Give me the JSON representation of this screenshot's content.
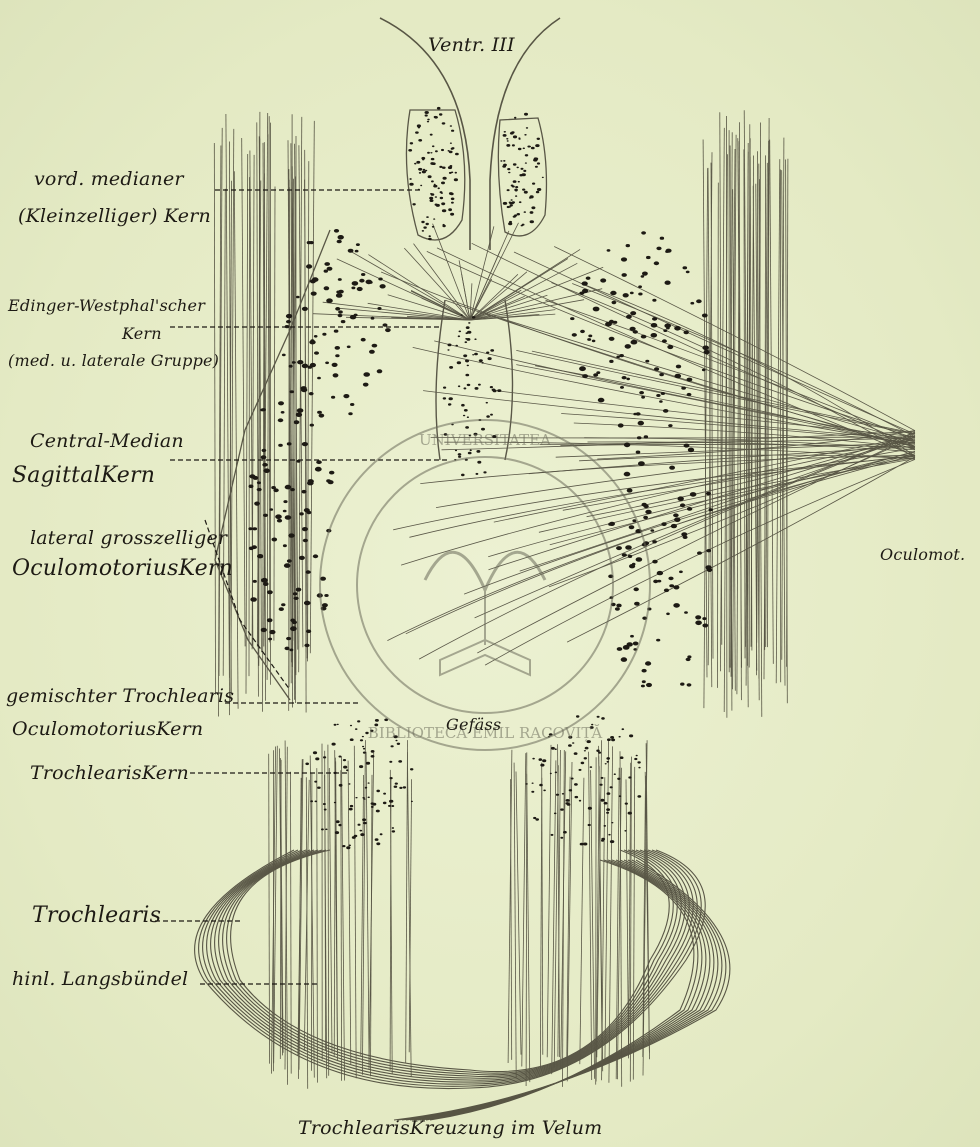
{
  "figure": {
    "labels": {
      "ventr": "Ventr. III",
      "vord_1": "vord. medianer",
      "vord_2": "(Kleinzelliger) Kern",
      "edinger_1": "Edinger-Westphal'scher",
      "edinger_2": "Kern",
      "edinger_3": "(med. u. laterale Gruppe)",
      "central_1": "Central-Median",
      "central_2": "SagittalKern",
      "lateral_1": "lateral grosszelliger",
      "lateral_2": "OculomotoriusKern",
      "gemischter_1": "gemischter Trochlearis",
      "gemischter_2": "OculomotoriusKern",
      "trochleariskern": "TrochlearisKern",
      "trochlearis": "Trochlearis",
      "hinl": "hinl. Langsbündel",
      "oculomot": "Oculomot.",
      "gefaess": "Gefäss",
      "kreuzung": "TrochlearisKreuzung im Velum"
    },
    "stamp": {
      "text_top": "UNIVERSITATEA",
      "text_bottom": "BIBLIOTECA EMIL RACOVIȚĂ",
      "ring_color": "#6b6b5a"
    },
    "colors": {
      "ink": "#1d1a14",
      "paper": "#e6ecc8"
    }
  }
}
